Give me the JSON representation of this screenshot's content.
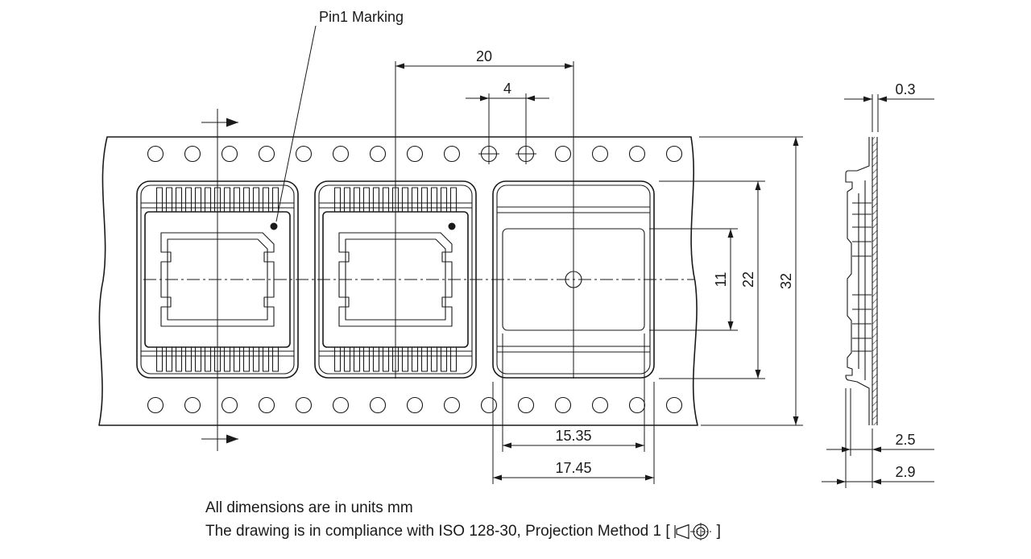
{
  "drawing": {
    "ink_color": "#1a1a1a",
    "pin1_label": "Pin1 Marking",
    "dimensions": {
      "pocket_pitch": "20",
      "sprocket_hole_pitch": "4",
      "tape_thickness": "0.3",
      "pocket_inner_height": "11",
      "pocket_height": "22",
      "tape_width": "32",
      "pocket_inner_width": "15.35",
      "pocket_outer_width": "17.45",
      "pocket_depth_inner": "2.5",
      "pocket_depth_total": "2.9"
    },
    "notes": {
      "units_line": "All dimensions are in units mm",
      "standard_line_prefix": "The drawing is in compliance with ISO 128-30, Projection Method 1 [",
      "standard_line_suffix": "]"
    }
  }
}
